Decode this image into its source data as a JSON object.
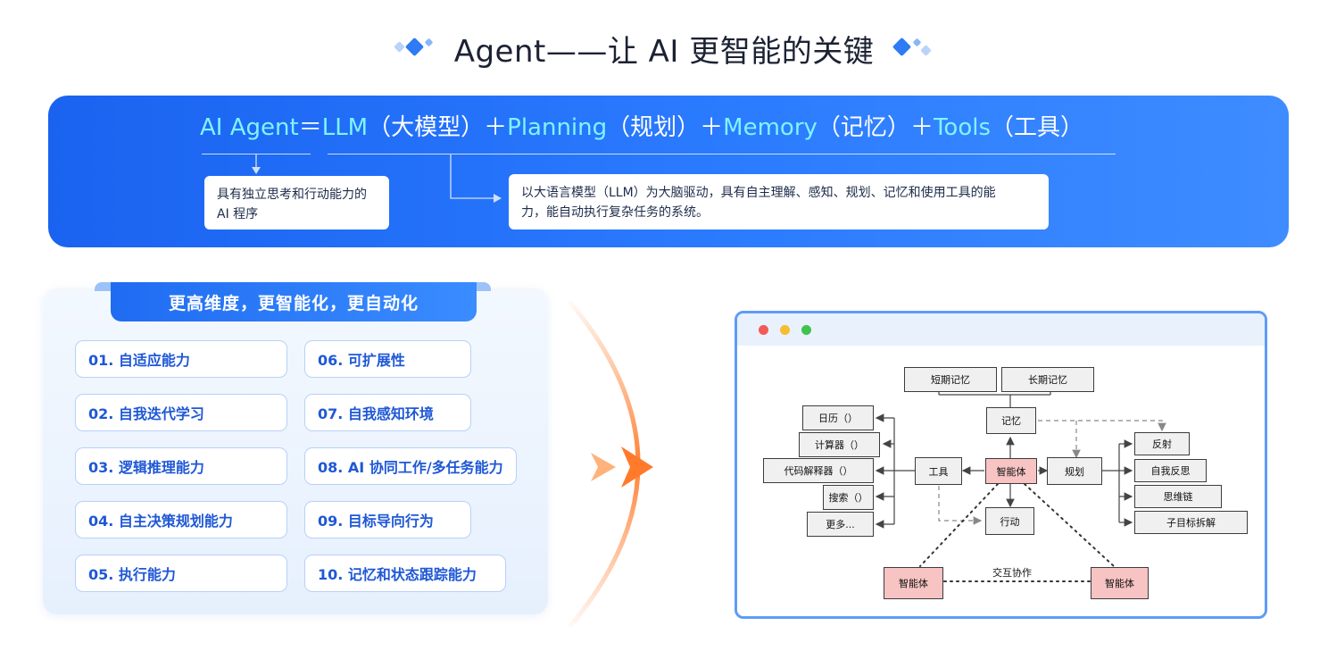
{
  "title": "Agent——让 AI 更智能的关键",
  "colors": {
    "banner": "#1a63f0",
    "accent_cyan": "#7ff4ff",
    "capsule_text": "#1f58d6",
    "arrow_orange": "#ff7a2a",
    "node_pink": "#f7c3c3"
  },
  "formula": {
    "p1": "AI Agent",
    "p2": "＝",
    "p3": "LLM",
    "p4": "（大模型）",
    "p5": "＋",
    "p6": "Planning",
    "p7": "（规划）",
    "p8": "＋",
    "p9": "Memory",
    "p10": "（记忆）",
    "p11": "＋",
    "p12": "Tools",
    "p13": "（工具）"
  },
  "notes": {
    "agent_def_l1": "具有独立思考和行动能力的",
    "agent_def_l2": "AI 程序",
    "llm_def_l1": "以大语言模型（LLM）为大脑驱动，具有自主理解、感知、规划、记忆和使用工具的能",
    "llm_def_l2": "力，能自动执行复杂任务的系统。"
  },
  "panel": {
    "heading": "更高维度，更智能化，更自动化",
    "capabilities": [
      "01. 自适应能力",
      "02. 自我迭代学习",
      "03. 逻辑推理能力",
      "04. 自主决策规划能力",
      "05. 执行能力",
      "06. 可扩展性",
      "07. 自我感知环境",
      "08. AI 协同工作/多任务能力",
      "09. 目标导向行为",
      "10. 记忆和状态跟踪能力"
    ]
  },
  "diagram": {
    "short_memory": "短期记忆",
    "long_memory": "长期记忆",
    "memory": "记忆",
    "calendar": "日历（）",
    "calculator": "计算器（）",
    "code_interpreter": "代码解释器（）",
    "search": "搜索（）",
    "more": "更多...",
    "tools": "工具",
    "agent": "智能体",
    "planning": "规划",
    "action": "行动",
    "reflection": "反射",
    "self_reflection": "自我反思",
    "chain_of_thought": "思维链",
    "subgoal": "子目标拆解",
    "agent_left": "智能体",
    "agent_right": "智能体",
    "interaction": "交互协作"
  }
}
